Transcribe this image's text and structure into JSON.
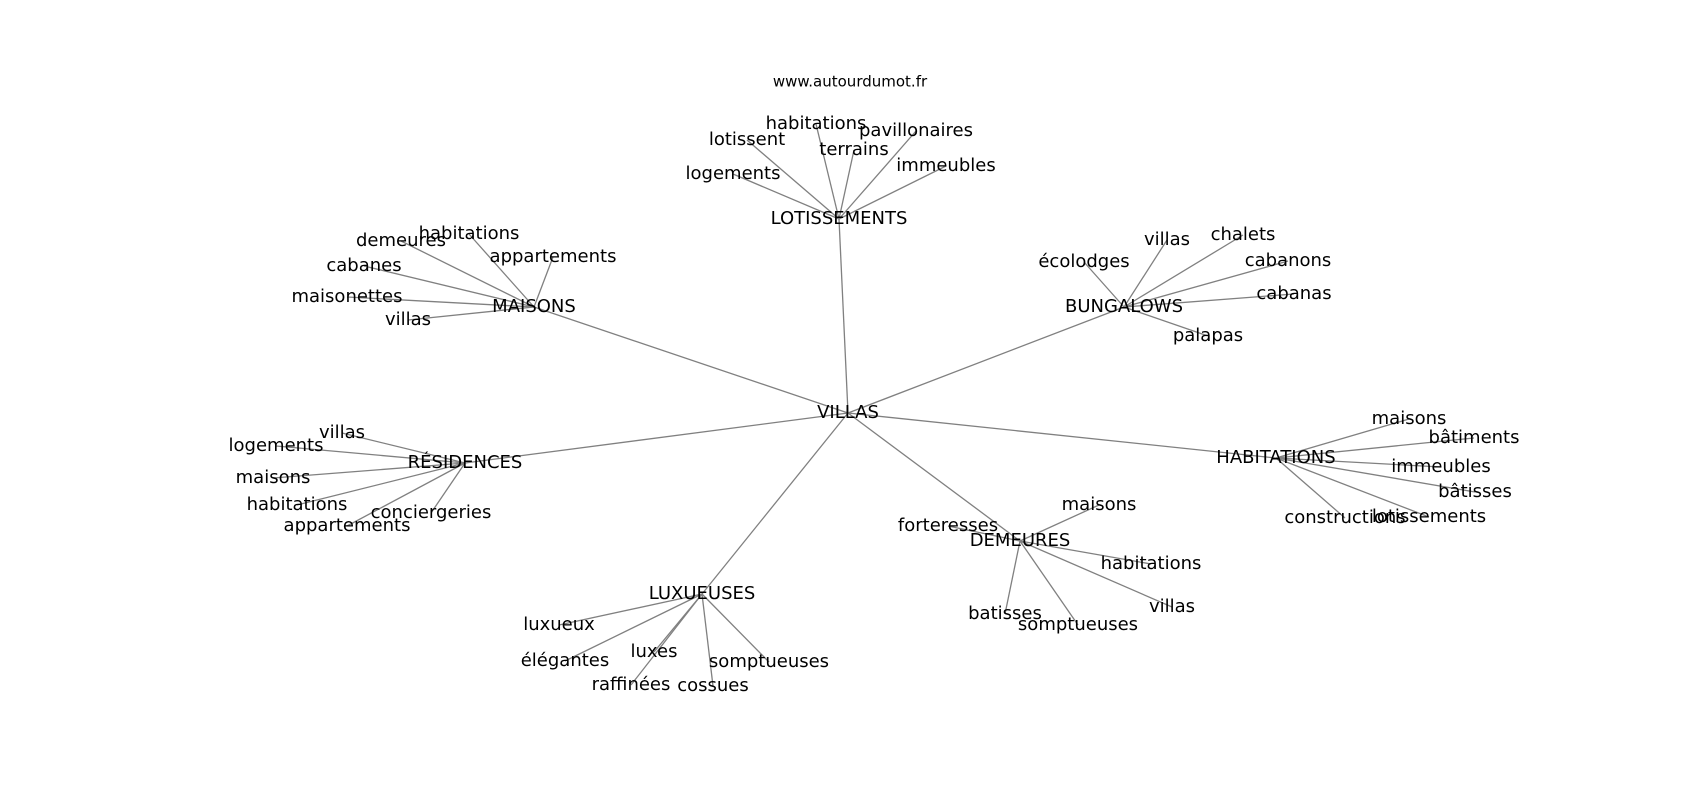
{
  "site": "www.autourdumot.fr",
  "graph": {
    "center": {
      "label": "VILLAS"
    },
    "hubs": [
      {
        "label": "LOTISSEMENTS",
        "leaves": [
          "logements",
          "lotissent",
          "habitations",
          "terrains",
          "pavillonaires",
          "immeubles"
        ]
      },
      {
        "label": "MAISONS",
        "leaves": [
          "demeures",
          "habitations",
          "appartements",
          "cabanes",
          "maisonettes",
          "villas"
        ]
      },
      {
        "label": "BUNGALOWS",
        "leaves": [
          "écolodges",
          "villas",
          "chalets",
          "cabanons",
          "cabanas",
          "palapas"
        ]
      },
      {
        "label": "RÉSIDENCES",
        "leaves": [
          "villas",
          "logements",
          "maisons",
          "habitations",
          "appartements",
          "conciergeries"
        ]
      },
      {
        "label": "HABITATIONS",
        "leaves": [
          "maisons",
          "bâtiments",
          "immeubles",
          "bâtisses",
          "lotissements",
          "constructions"
        ]
      },
      {
        "label": "DEMEURES",
        "leaves": [
          "maisons",
          "forteresses",
          "habitations",
          "villas",
          "batisses",
          "somptueuses"
        ]
      },
      {
        "label": "LUXUEUSES",
        "leaves": [
          "luxueux",
          "élégantes",
          "luxes",
          "raffinées",
          "cossues",
          "somptueuses"
        ]
      }
    ]
  }
}
